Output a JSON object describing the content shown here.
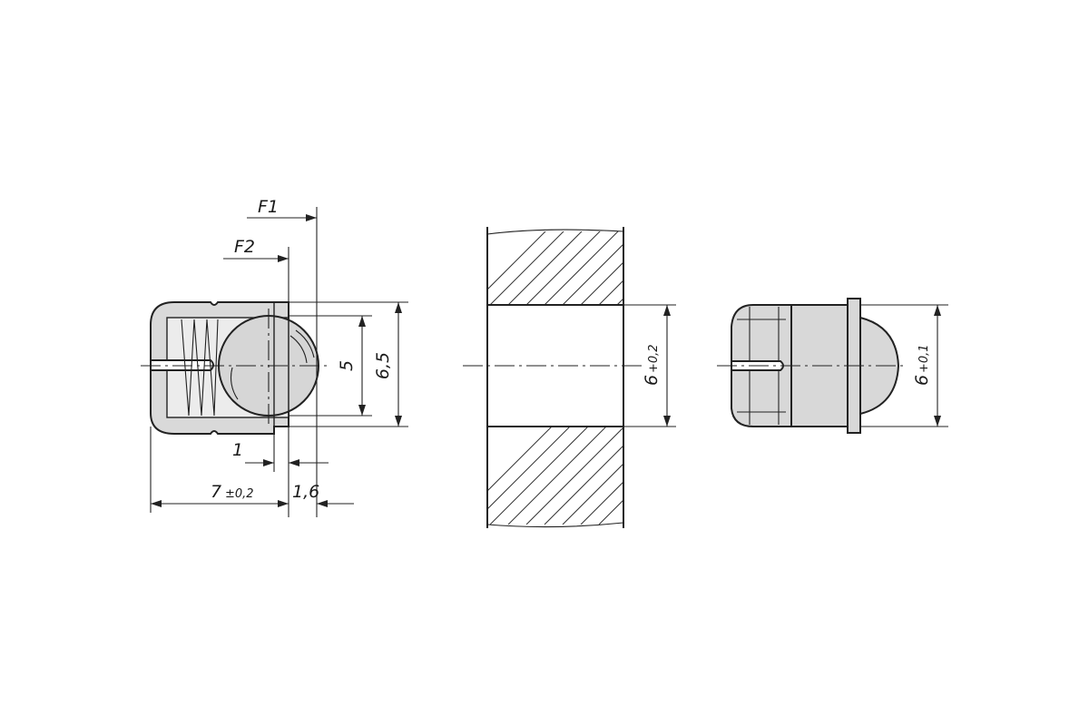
{
  "colors": {
    "background": "#ffffff",
    "line": "#222222",
    "part_fill": "#d8d8d8",
    "ball_fill": "#d6d6d6"
  },
  "labels": {
    "force_1": "F1",
    "force_2": "F2",
    "ball_diameter": "5",
    "body_diameter": "6,5",
    "ball_protrusion": "1",
    "length_value": "7",
    "length_tolerance": "±0,2",
    "collar_width": "1,6",
    "bore_value": "6",
    "bore_tolerance": "+0,2",
    "side_value": "6",
    "side_tolerance": "+0,1"
  }
}
